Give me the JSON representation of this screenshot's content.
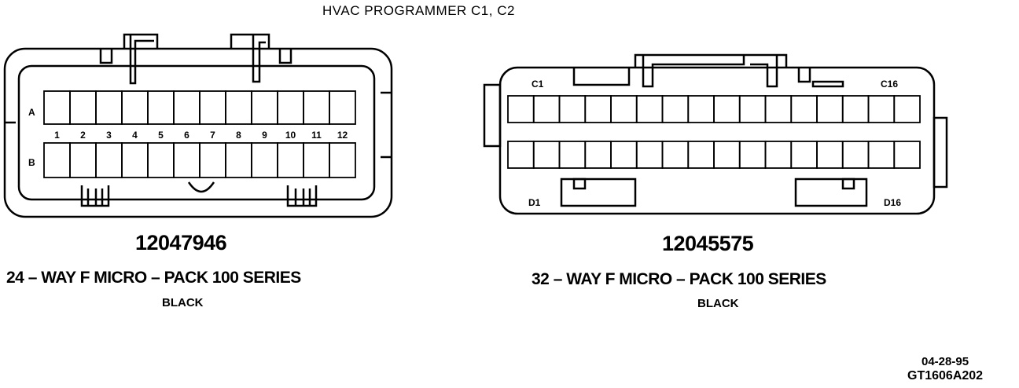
{
  "title": "HVAC PROGRAMMER  C1, C2",
  "connector1": {
    "part_number": "12047946",
    "description": "24 – WAY F MICRO – PACK 100 SERIES",
    "color": "BLACK",
    "row_labels": [
      "A",
      "B"
    ],
    "pin_numbers": [
      "1",
      "2",
      "3",
      "4",
      "5",
      "6",
      "7",
      "8",
      "9",
      "10",
      "11",
      "12"
    ],
    "cavities_per_row": 12
  },
  "connector2": {
    "part_number": "12045575",
    "description": "32 – WAY F MICRO – PACK 100 SERIES",
    "color": "BLACK",
    "corner_labels": {
      "top_left": "C1",
      "top_right": "C16",
      "bottom_left": "D1",
      "bottom_right": "D16"
    },
    "cavities_per_row": 16
  },
  "footer": {
    "date": "04-28-95",
    "code": "GT1606A202"
  }
}
